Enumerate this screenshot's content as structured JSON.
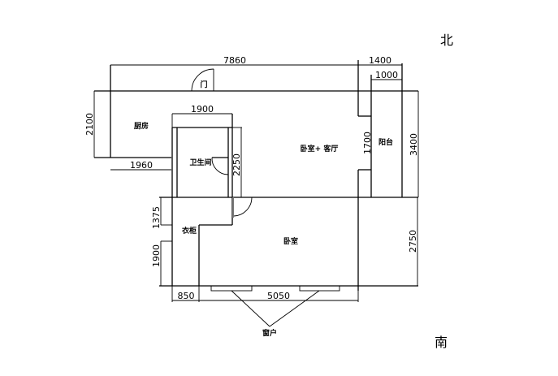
{
  "compass": {
    "north": "北",
    "south": "南"
  },
  "rooms": {
    "kitchen": "厨房",
    "bathroom": "卫生间",
    "bedroom_living": "卧室+ 客厅",
    "balcony": "阳台",
    "wardrobe": "衣柜",
    "bedroom": "卧室",
    "door": "门",
    "window": "窗户"
  },
  "dimensions": {
    "top_total": "7860",
    "balcony_outer": "1400",
    "balcony_inner": "1000",
    "kitchen_depth": "2100",
    "kitchen_width": "1960",
    "bathroom_width": "1900",
    "bathroom_depth": "2250",
    "balcony_opening": "1700",
    "upper_depth": "3400",
    "wardrobe_depth": "1375",
    "bedroom_lower": "1900",
    "lower_depth": "2750",
    "wardrobe_width": "850",
    "bedroom_width": "5050"
  }
}
